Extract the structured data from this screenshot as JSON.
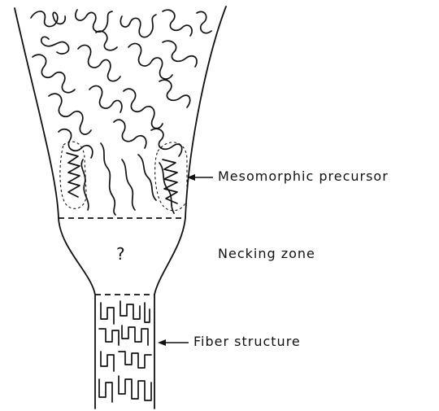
{
  "labels": {
    "precursor": "Mesomorphic precursor",
    "necking": "Necking zone",
    "fiber": "Fiber structure",
    "unknown": "?"
  },
  "colors": {
    "ink": "#111111",
    "background": "#ffffff"
  }
}
